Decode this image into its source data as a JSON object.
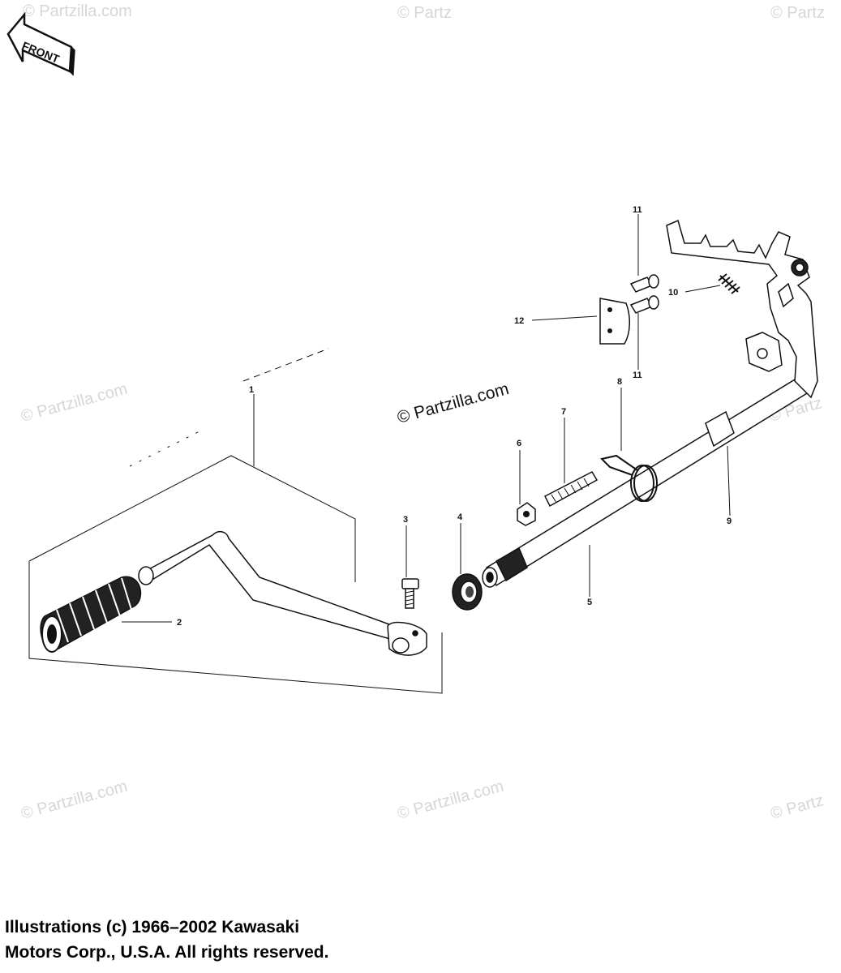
{
  "front_arrow": {
    "label": "FRONT",
    "icon": "front-arrow-icon"
  },
  "watermark": "© Partzilla.com",
  "watermark_partial": "© Partz",
  "watermark_partial_top": "© Partzilla.com",
  "callouts": {
    "c1": "1",
    "c2": "2",
    "c3": "3",
    "c4": "4",
    "c5": "5",
    "c6": "6",
    "c7": "7",
    "c8": "8",
    "c9": "9",
    "c10": "10",
    "c11a": "11",
    "c11b": "11",
    "c12": "12"
  },
  "copyright": {
    "line1": "Illustrations (c) 1966–2002 Kawasaki",
    "line2": "Motors Corp., U.S.A.  All rights reserved."
  }
}
